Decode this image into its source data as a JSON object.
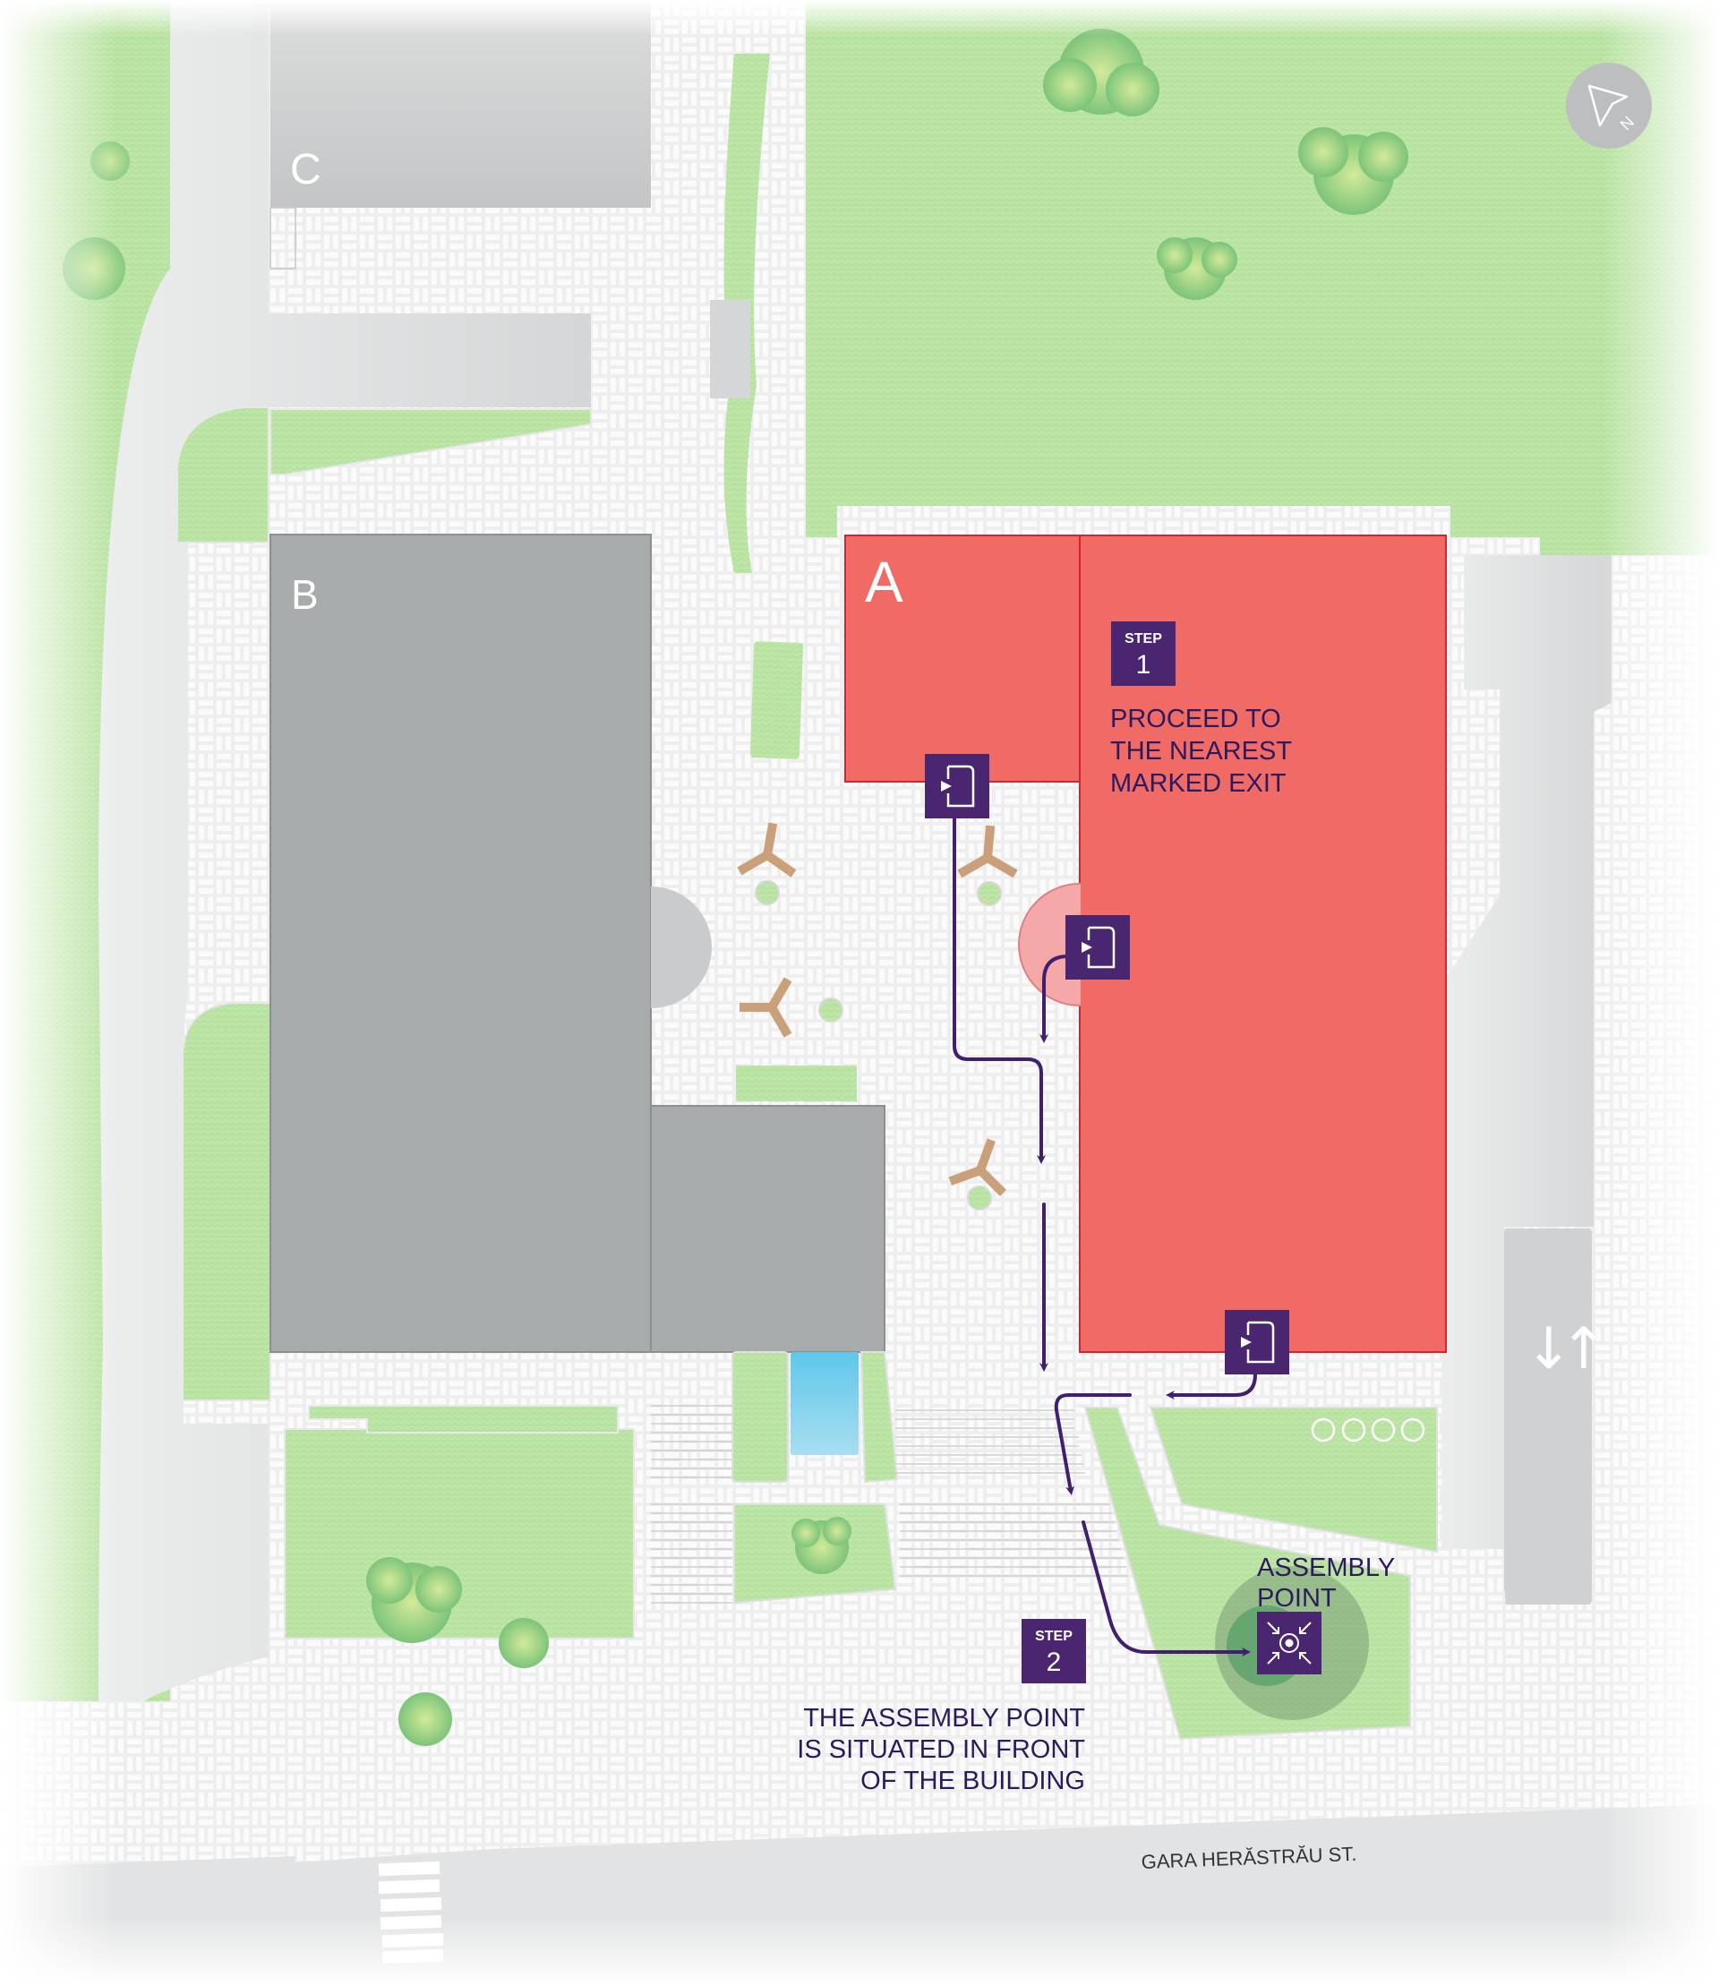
{
  "map": {
    "buildings": [
      {
        "id": "A",
        "label": "A",
        "color": "#f06a66",
        "status": "evacuate"
      },
      {
        "id": "B",
        "label": "B",
        "color": "#a8abac"
      },
      {
        "id": "C",
        "label": "C",
        "color": "#cfd1d2"
      }
    ],
    "compass": {
      "icon": "north-arrow-icon",
      "label": "N"
    },
    "street": {
      "name": "GARA HERĂSTRĂU ST."
    },
    "steps": [
      {
        "badge": "STEP",
        "number": "1",
        "lines": [
          "PROCEED TO",
          "THE NEAREST",
          "MARKED EXIT"
        ]
      },
      {
        "badge": "STEP",
        "number": "2",
        "lines": [
          "THE ASSEMBLY POINT",
          "IS SITUATED IN FRONT",
          "OF THE BUILDING"
        ]
      }
    ],
    "assembly_point": {
      "lines": [
        "ASSEMBLY",
        "POINT"
      ],
      "icon": "assembly-point-icon"
    },
    "exits": [
      {
        "icon": "exit-door-icon",
        "name": "exit-west"
      },
      {
        "icon": "exit-door-icon",
        "name": "exit-middle"
      },
      {
        "icon": "exit-door-icon",
        "name": "exit-south"
      }
    ],
    "road_arrows": {
      "down": "↓",
      "up": "↑"
    },
    "colors": {
      "route": "#3f1f6e",
      "badge": "#4a2670",
      "building_a": "#f06a66",
      "building_a_border": "#d8232f",
      "grass": "#b5e19a",
      "paving": "#f3f3f3",
      "road": "#d9dbdc",
      "water": "#8fd3ea"
    }
  }
}
